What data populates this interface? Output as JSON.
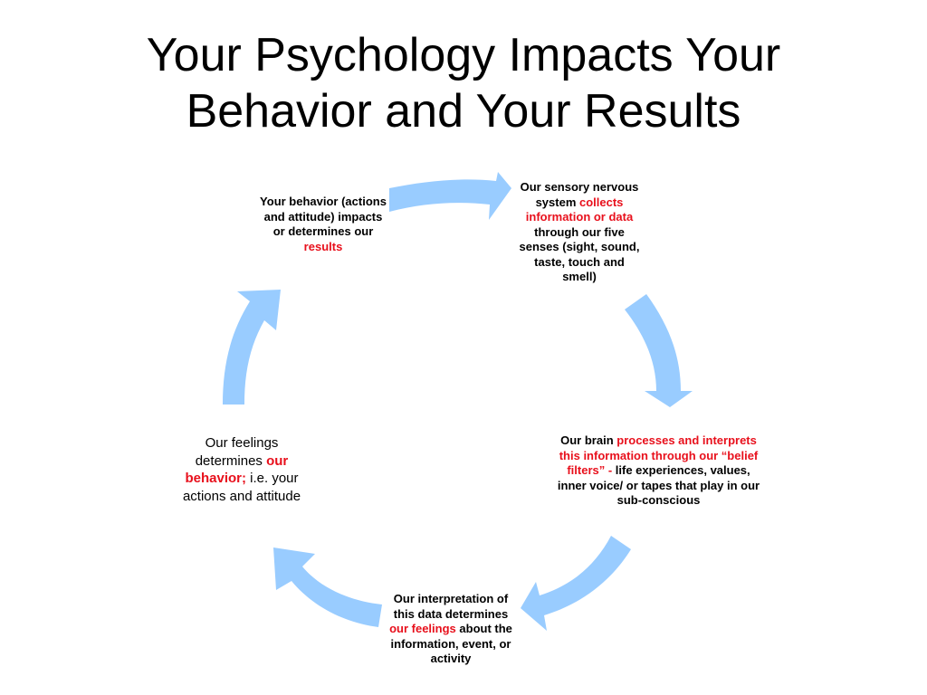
{
  "title": {
    "line1": "Your Psychology Impacts Your",
    "line2": "Behavior and Your Results"
  },
  "colors": {
    "arrow": "#99ccff",
    "highlight": "#e8101c"
  },
  "nodes": {
    "behavior": {
      "t1": "Your behavior (actions and attitude) impacts or determines our ",
      "h1": "results"
    },
    "sensory": {
      "t1": "Our sensory nervous system ",
      "h1": "collects information or data",
      "t2": " through our five senses (sight, sound, taste, touch and smell)"
    },
    "brain": {
      "t1": "Our brain ",
      "h1": "processes and interprets this information through our “belief  filters” -",
      "t2": " life experiences, values, inner voice/ or tapes that  play in our sub-conscious"
    },
    "interpretation": {
      "t1": "Our interpretation  of this data determines ",
      "h1": "our feelings",
      "t2": " about the information, event, or activity"
    },
    "feelings": {
      "t1": "Our feelings determines ",
      "h1": "our behavior;",
      "t2": " i.e. your actions and attitude"
    }
  }
}
